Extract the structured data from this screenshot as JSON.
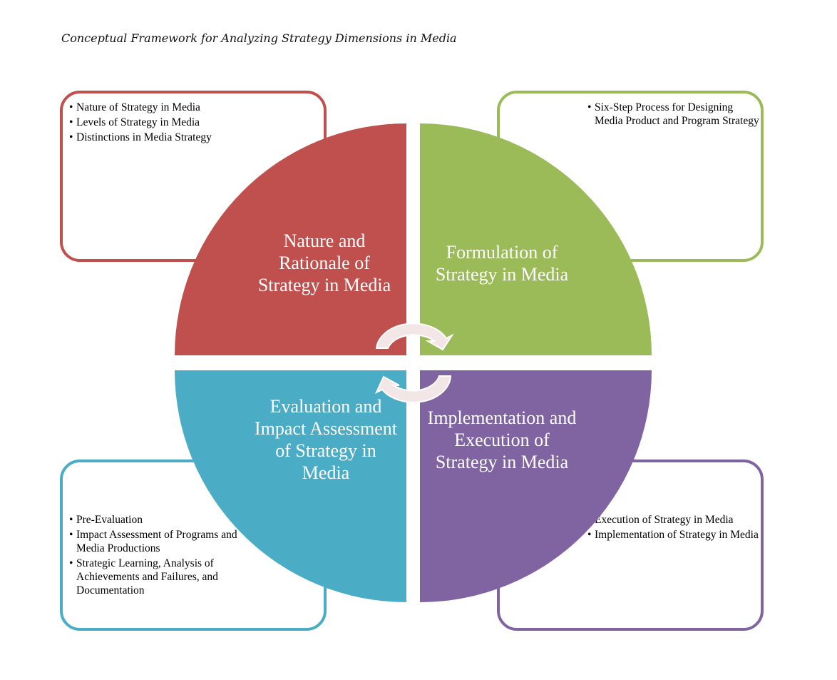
{
  "title": "Conceptual Framework for Analyzing Strategy Dimensions in Media",
  "colors": {
    "red": "#c0504d",
    "green": "#9bbb59",
    "purple": "#8064a2",
    "blue": "#4bacc6",
    "arrow_fill": "#f3e6e6",
    "arrow_stroke": "#ffffff"
  },
  "quadrants": {
    "top_left": {
      "label": "Nature and Rationale of Strategy in Media",
      "items": [
        "Nature of Strategy in Media",
        "Levels of Strategy in Media",
        "Distinctions in Media Strategy"
      ]
    },
    "top_right": {
      "label": "Formulation of Strategy in Media",
      "items": [
        "Six-Step Process for Designing Media Product and Program Strategy"
      ]
    },
    "bottom_right": {
      "label": "Implementation and Execution of Strategy in Media",
      "items": [
        "Execution of Strategy in Media",
        "Implementation of Strategy in Media"
      ]
    },
    "bottom_left": {
      "label": "Evaluation and Impact Assessment of Strategy in Media",
      "items": [
        "Pre-Evaluation",
        "Impact Assessment of Programs and Media Productions",
        "Strategic Learning, Analysis of Achievements and Failures, and Documentation"
      ]
    }
  },
  "icons": {
    "cycle_arrows": "circular-arrows-icon"
  }
}
